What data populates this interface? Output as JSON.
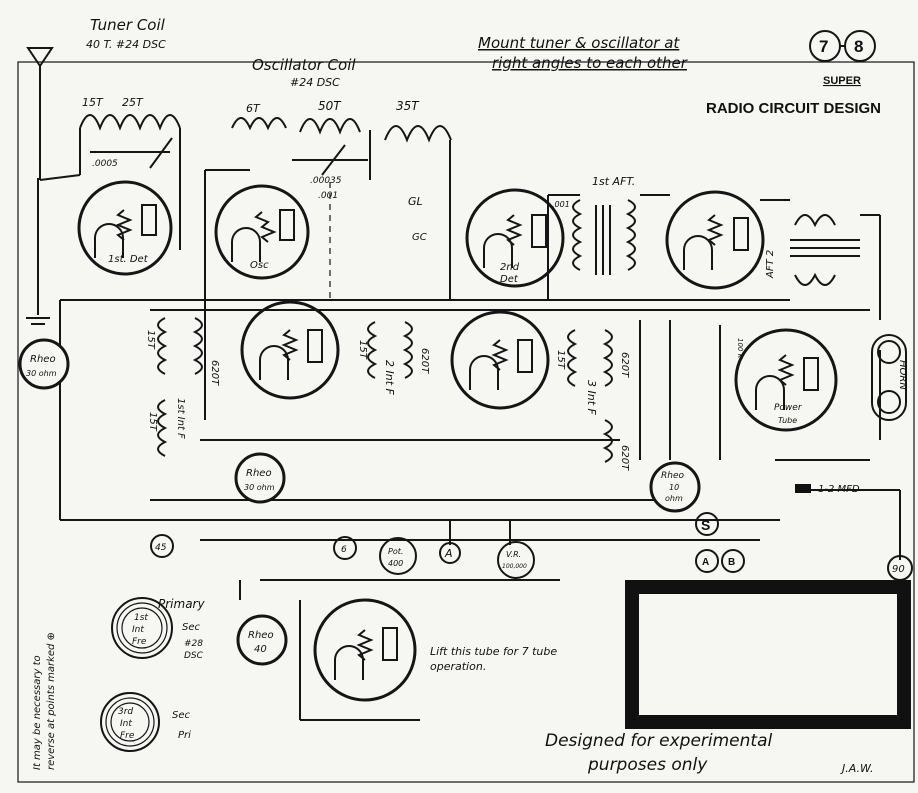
{
  "header": {
    "tuner_coil": "Tuner Coil",
    "tuner_coil_spec": "40 T. #24 DSC",
    "osc_coil": "Oscillator Coil",
    "osc_coil_spec": "#24 DSC",
    "mount_note_1": "Mount tuner & oscillator at",
    "mount_note_2": "right angles to each other",
    "badge_left": "7",
    "badge_right": "8",
    "super": "SUPER",
    "title": "RADIO CIRCUIT DESIGN"
  },
  "coils": {
    "t15": "15T",
    "t25": "25T",
    "t6": "6T",
    "t50": "50T",
    "t35": "35T",
    "cap_tuner": ".0005",
    "cap_osc": ".00035",
    "cap_001": ".001",
    "gl": "GL",
    "gc": "GC",
    "c001b": ".001",
    "aft1": "1st AFT.",
    "aft2": "AFT 2",
    "if_15t": "15T",
    "if_620t": "620T",
    "if_1st": "1st Int F",
    "if_2nd": "2 Int F",
    "if_3rd": "3 Int F",
    "res_100k": "100 K",
    "mfd": "1-2 MFD",
    "horn": "HORN"
  },
  "tubes": {
    "det1": "1st. Det",
    "osc": "Osc",
    "det2_a": "2nd",
    "det2_b": "Det",
    "power_a": "Power",
    "power_b": "Tube"
  },
  "rheostats": {
    "r30a_a": "Rheo",
    "r30a_b": "30 ohm",
    "r30b_a": "Rheo",
    "r30b_b": "30 ohm",
    "r10_a": "Rheo",
    "r10_b": "10",
    "r10_c": "ohm",
    "r40_a": "Rheo",
    "r40_b": "40"
  },
  "terminals": {
    "c45": "45",
    "c6": "6",
    "pot_a": "Pot.",
    "pot_b": "400",
    "a": "A",
    "vr_a": "V.R.",
    "vr_b": "100,000",
    "s": "S",
    "a2": "A",
    "b": "B",
    "c90": "90"
  },
  "legend": {
    "primary": "Primary",
    "sec": "Sec",
    "if1_a": "1st",
    "if1_b": "Int",
    "if1_c": "Fre",
    "wire": "#28",
    "wire_b": "DSC",
    "sec2": "Sec",
    "pri": "Pri",
    "if3_a": "3rd",
    "if3_b": "Int",
    "if3_c": "Fre",
    "side_1": "It may be necessary to",
    "side_2": "reverse at points marked ⊕"
  },
  "notes": {
    "lift_1": "Lift this tube for 7 tube",
    "lift_2": "operation.",
    "designed_1": "Designed for experimental",
    "designed_2": "purposes only",
    "initials": "J.A.W."
  }
}
